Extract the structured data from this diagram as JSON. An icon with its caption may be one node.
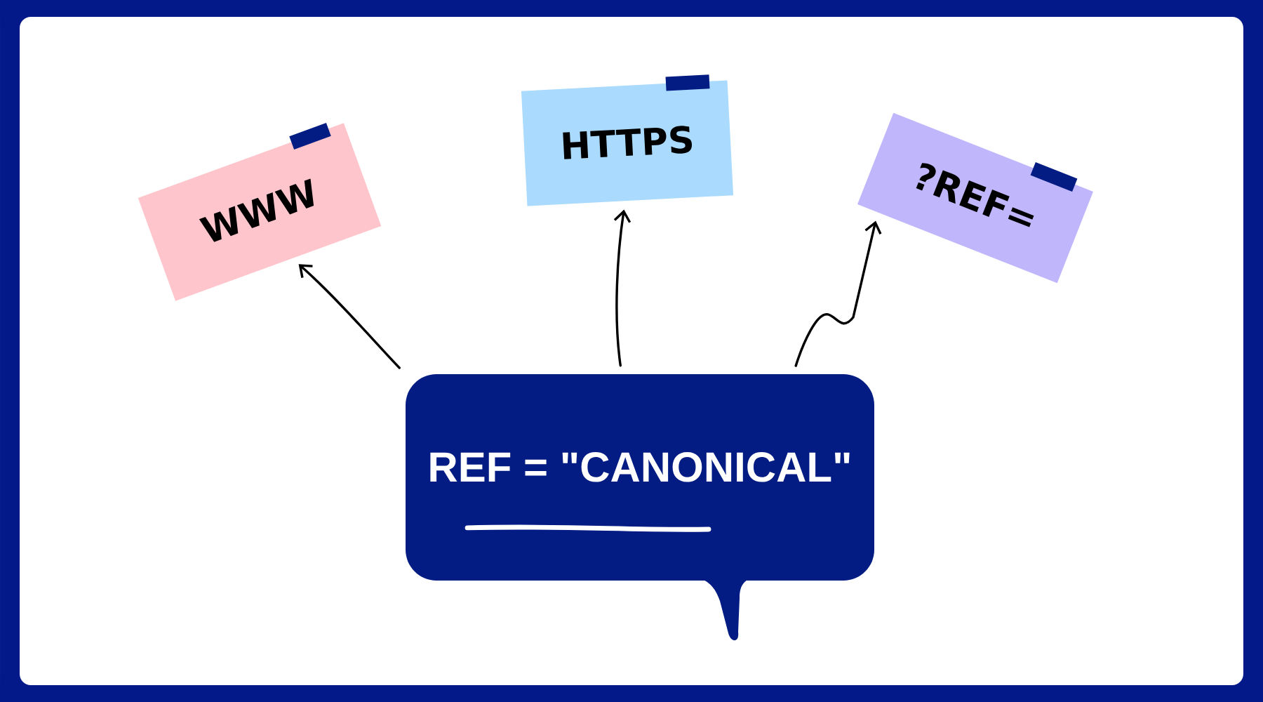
{
  "diagram": {
    "nodes": [
      {
        "text": [
          "REF = \"CANONICAL\""
        ]
      },
      {
        "text": [
          "WWW"
        ]
      },
      {
        "text": [
          "HTTPS"
        ]
      },
      {
        "text": [
          "?REF="
        ]
      }
    ],
    "edges": [
      {
        "from": 0,
        "to": 1,
        "arrow": "to"
      },
      {
        "from": 0,
        "to": 2,
        "arrow": "to"
      },
      {
        "from": 0,
        "to": 3,
        "arrow": "to"
      }
    ]
  }
}
